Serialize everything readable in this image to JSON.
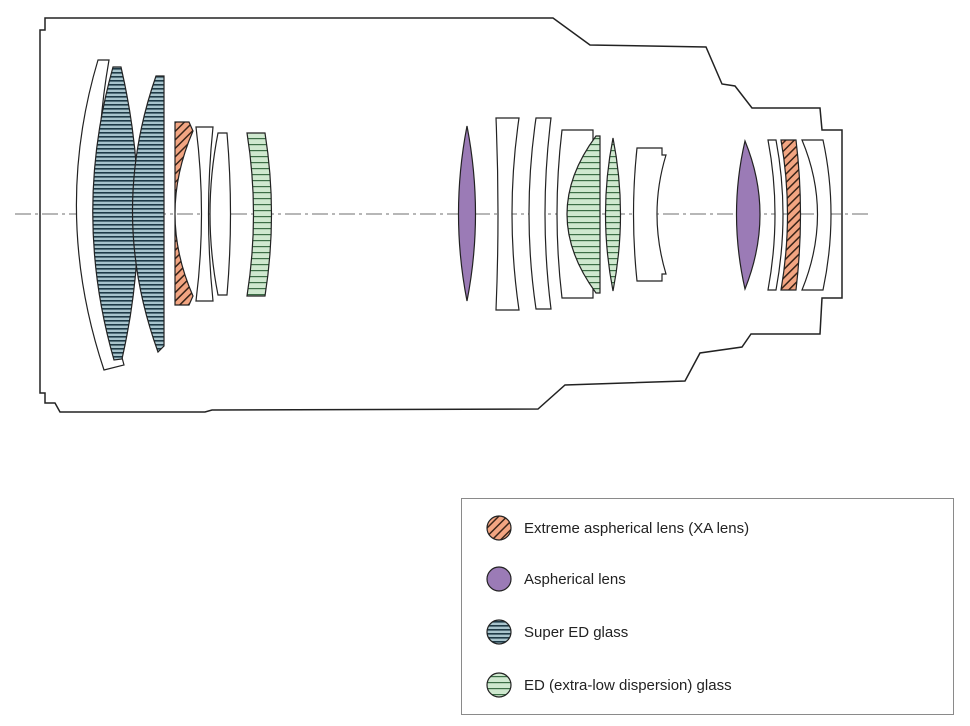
{
  "legend": {
    "items": [
      {
        "key": "xa",
        "label": "Extreme aspherical lens (XA lens)",
        "icon": "xa-lens-swatch-icon",
        "color": "#f2a582",
        "pattern": "diagonal-hatch"
      },
      {
        "key": "asph",
        "label": "Aspherical lens",
        "icon": "aspherical-lens-swatch-icon",
        "color": "#9b7bb6",
        "pattern": "solid"
      },
      {
        "key": "superED",
        "label": "Super ED glass",
        "icon": "super-ed-glass-swatch-icon",
        "color": "#a8c4cc",
        "pattern": "horizontal-lines"
      },
      {
        "key": "ed",
        "label": "ED (extra-low dispersion) glass",
        "icon": "ed-glass-swatch-icon",
        "color": "#cfe8cf",
        "pattern": "horizontal-lines"
      }
    ]
  },
  "colors": {
    "outline": "#222222",
    "axis": "#8c8c8c",
    "xa_fill": "#f2a582",
    "asph_fill": "#9b7bb6",
    "superED_fill": "#a8c4cc",
    "superED_stripe": "#1e3a46",
    "ed_fill": "#cfe8cf",
    "ed_stripe": "#3c6e46"
  }
}
